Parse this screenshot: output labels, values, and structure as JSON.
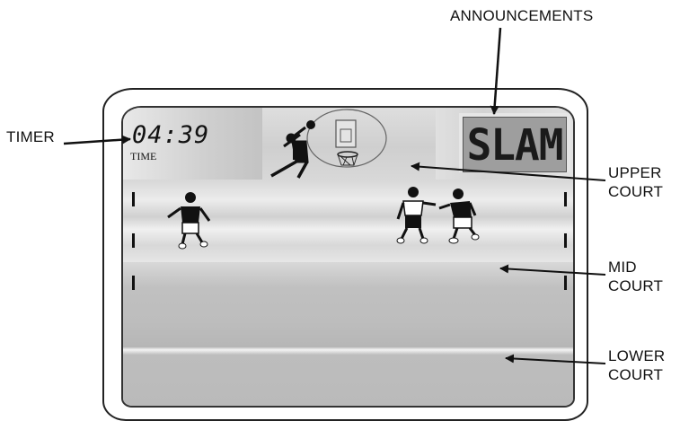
{
  "labels": {
    "announcements": "ANNOUNCEMENTS",
    "timer": "TIMER",
    "upper_court": [
      "UPPER",
      "COURT"
    ],
    "mid_court": [
      "MID",
      "COURT"
    ],
    "lower_court": [
      "LOWER",
      "COURT"
    ]
  },
  "screen": {
    "timer_value": "04:39",
    "timer_caption": "TIME",
    "announcement": "SLAM"
  }
}
